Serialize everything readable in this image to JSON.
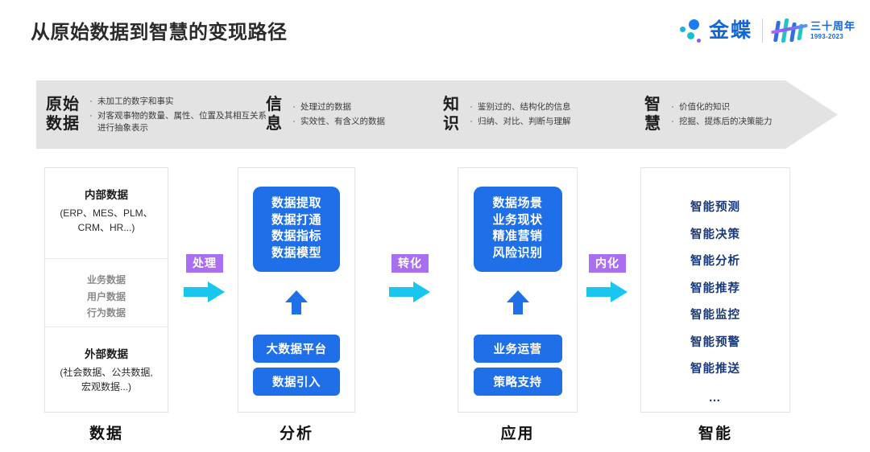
{
  "header": {
    "title": "从原始数据到智慧的变现路径",
    "brand_name": "金蝶",
    "anniversary_cn": "三十周年",
    "anniversary_years": "1993-2023"
  },
  "band": {
    "items": [
      {
        "key": "原始\n数据",
        "bullets": [
          "未加工的数字和事实",
          "对客观事物的数量、属性、位置及其相互关系进行抽象表示"
        ]
      },
      {
        "key": "信\n息",
        "bullets": [
          "处理过的数据",
          "实效性、有含义的数据"
        ]
      },
      {
        "key": "知\n识",
        "bullets": [
          "鉴别过的、结构化的信息",
          "归纳、对比、判断与理解"
        ]
      },
      {
        "key": "智\n慧",
        "bullets": [
          "价值化的知识",
          "挖掘、提炼后的决策能力"
        ]
      }
    ],
    "bullet_glyph": "·"
  },
  "columns": {
    "data": {
      "footer": "数据",
      "internal_title": "内部数据",
      "internal_sub": "(ERP、MES、PLM、\nCRM、HR...)",
      "middle_lines": [
        "业务数据",
        "用户数据",
        "行为数据"
      ],
      "external_title": "外部数据",
      "external_sub": "(社会数据、公共数据,\n宏观数据...)"
    },
    "analysis": {
      "footer": "分析",
      "main_box": "数据提取\n数据打通\n数据指标\n数据模型",
      "pill_a": "大数据平台",
      "pill_b": "数据引入"
    },
    "application": {
      "footer": "应用",
      "main_box": "数据场景\n业务现状\n精准营销\n风险识别",
      "pill_a": "业务运营",
      "pill_b": "策略支持"
    },
    "intelligence": {
      "footer": "智能",
      "items": [
        "智能预测",
        "智能决策",
        "智能分析",
        "智能推荐",
        "智能监控",
        "智能预警",
        "智能推送"
      ],
      "ellipsis": "…"
    }
  },
  "connectors": [
    {
      "label": "处理"
    },
    {
      "label": "转化"
    },
    {
      "label": "内化"
    }
  ],
  "colors": {
    "blue_box": "#1f6fe8",
    "arrow_cyan": "#18c6f0",
    "connector_purple": "#a96ff0",
    "band_gray": "#e3e3e3",
    "navy_text": "#1a3a7a",
    "brand_blue": "#1366d6"
  }
}
